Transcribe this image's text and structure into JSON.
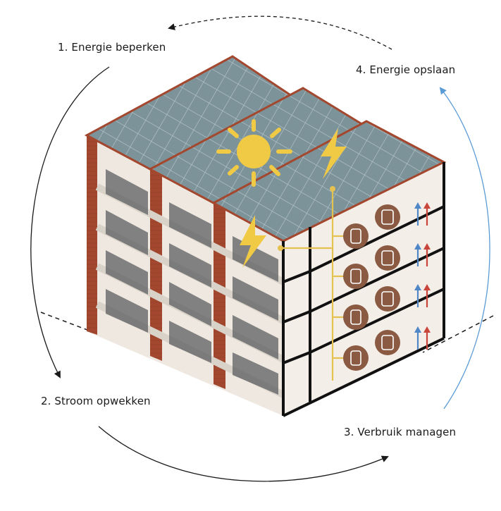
{
  "steps": {
    "step1": "1. Energie beperken",
    "step2": "2. Stroom opwekken",
    "step3": "3. Verbruik managen",
    "step4": "4. Energie opslaan"
  },
  "colors": {
    "arrow_dark": "#1a1a1a",
    "arrow_blue": "#5b9bd5",
    "brick": "#a3482e",
    "solar_panel": "#7a9096",
    "sun": "#f0c945",
    "energy_line": "#e5c150",
    "appliance": "#8a5a42",
    "pipe_hot": "#c9443a",
    "pipe_cold": "#4f86c6"
  },
  "icons": [
    "sun-icon",
    "lightning-bolt-icon",
    "boiler-icon",
    "heat-pump-icon",
    "flow-arrow-icon"
  ]
}
